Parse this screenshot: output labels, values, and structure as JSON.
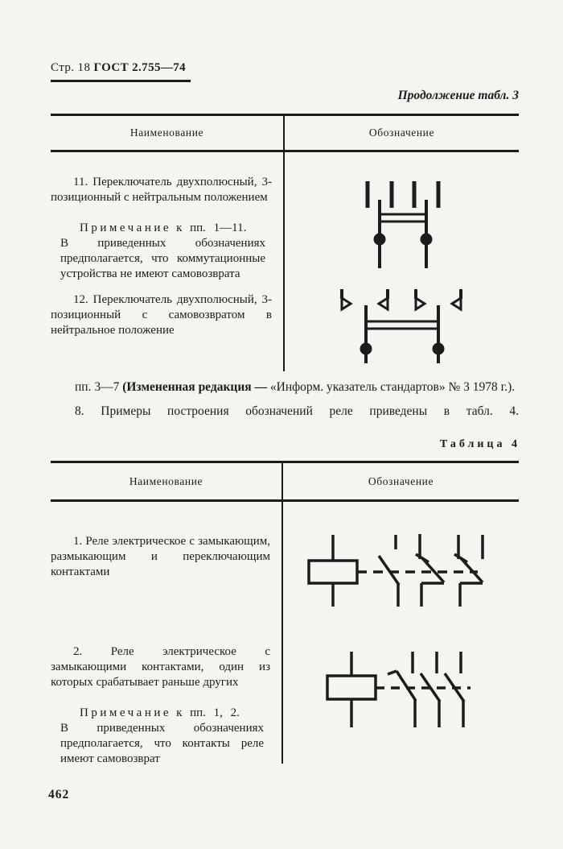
{
  "page": {
    "header": {
      "page_label": "Стр. 18",
      "doc_number": "ГОСТ 2.755—74"
    },
    "page_number": "462"
  },
  "table3": {
    "caption": "Продолжение табл. 3",
    "headers": {
      "name": "Наименование",
      "symbol": "Обозначение"
    },
    "rows": [
      {
        "text": "11. Переключатель двухполюсный, 3-позиционный с нейтральным положением",
        "note_label": "Примечание",
        "note_ref": "к пп. 1—11.",
        "note_body": "В приведенных обозначениях предполагается, что коммутационные устройства не имеют самовозврата",
        "symbol_name": "switch-double-pole-3-position-neutral"
      },
      {
        "text": "12. Переключатель двухполюсный, 3-позиционный с самовозвратом в нейтральное положение",
        "symbol_name": "switch-double-pole-3-position-self-return"
      }
    ]
  },
  "body_text": {
    "amendment_prefix": "пп. 3—7 ",
    "amendment_bold": "(Измененная редакция —",
    "amendment_rest": " «Информ. указатель стандартов» № 3 1978 г.).",
    "item8": "8. Примеры построения обозначений реле приведены в табл. 4."
  },
  "table4": {
    "caption": "Таблица 4",
    "headers": {
      "name": "Наименование",
      "symbol": "Обозначение"
    },
    "rows": [
      {
        "text": "1. Реле электрическое с замыкающим, размыкающим и переключающим контактами",
        "symbol_name": "relay-with-no-nc-changeover-contacts"
      },
      {
        "text": "2. Реле электрическое с замыкающими контактами, один из которых срабатывает раньше других",
        "note_label": "Примечание",
        "note_ref": "к пп. 1, 2.",
        "note_body": "В приведенных обозначениях предполагается, что контакты реле имеют самовозврат",
        "symbol_name": "relay-with-early-make-contacts"
      }
    ]
  }
}
